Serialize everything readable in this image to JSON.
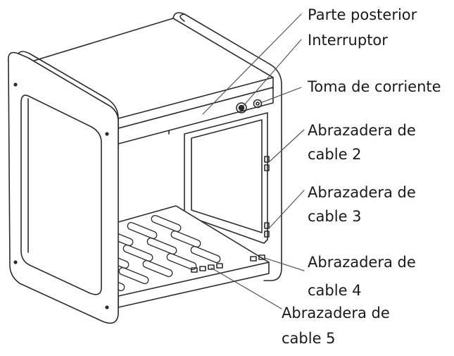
{
  "labels": {
    "parte_posterior": "Parte posterior",
    "interruptor": "Interruptor",
    "toma_corriente": "Toma de corriente",
    "abrazadera_2": {
      "line1": "Abrazadera de",
      "line2": "cable 2"
    },
    "abrazadera_3": {
      "line1": "Abrazadera de",
      "line2": "cable 3"
    },
    "abrazadera_4": {
      "line1": "Abrazadera de",
      "line2": "cable 4"
    },
    "abrazadera_5": {
      "line1": "Abrazadera de",
      "line2": "cable 5"
    }
  },
  "colors": {
    "line": "#2b2b2b",
    "leader": "#555555",
    "panel_fill": "#ffffff"
  }
}
